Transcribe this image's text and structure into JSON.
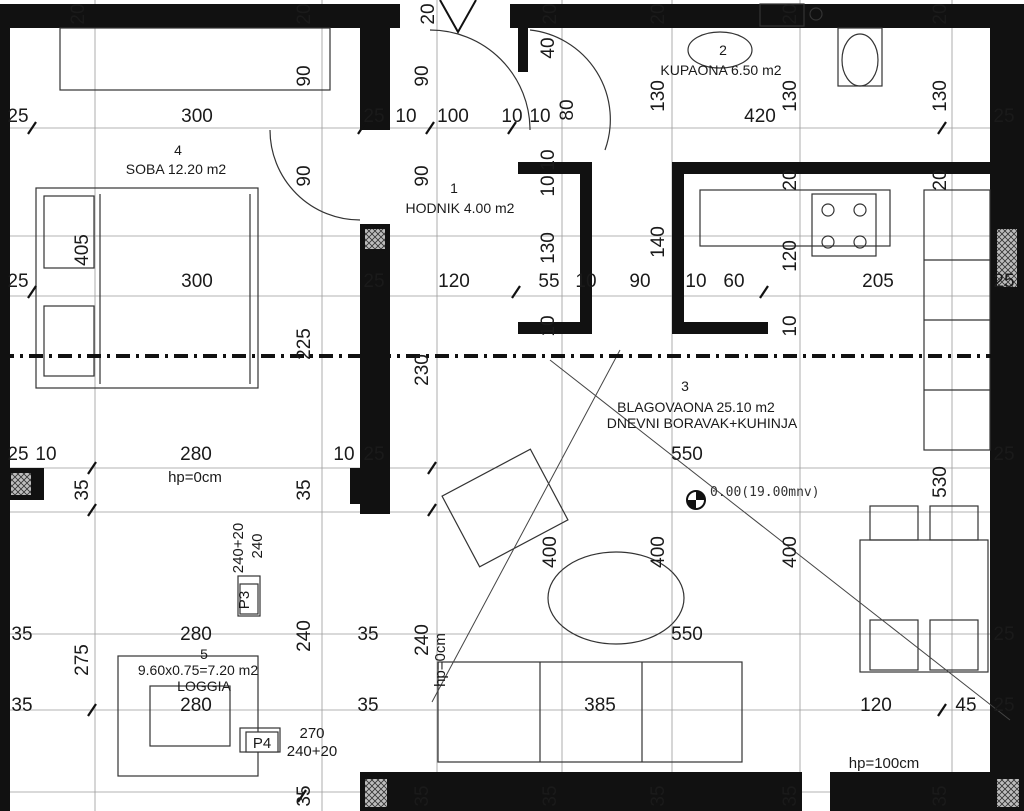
{
  "rooms": [
    {
      "number": "1",
      "name": "HODNIK 4.00 m2"
    },
    {
      "number": "2",
      "name": "KUPAONA 6.50 m2"
    },
    {
      "number": "3",
      "name": "BLAGOVAONA 25.10 m2",
      "name2": "DNEVNI BORAVAK+KUHINJA"
    },
    {
      "number": "4",
      "name": "SOBA 12.20 m2"
    },
    {
      "number": "5",
      "name": "9.60x0.75=7.20 m2",
      "name2": "LOGGIA"
    }
  ],
  "tags": {
    "p3": "P3",
    "p4": "P4"
  },
  "notes": {
    "hp0": "hp=0cm",
    "hp0_vertical": "hp=0cm",
    "hp100": "hp=100cm",
    "level": "0.00(19.00mnv)",
    "loggia_w": "270",
    "loggia_h": "240+20",
    "p3_h": "240+20",
    "p3_w": "240"
  },
  "dims": {
    "r1": [
      "25",
      "300",
      "25",
      "10",
      "100",
      "10",
      "10",
      "80",
      "420",
      "25"
    ],
    "r2": [
      "25",
      "300",
      "25",
      "120",
      "55",
      "10",
      "90",
      "10",
      "60",
      "205",
      "25"
    ],
    "r3": [
      "25",
      "10",
      "280",
      "10",
      "25",
      "550",
      "25"
    ],
    "r4": [
      "35",
      "280",
      "35",
      "550",
      "25"
    ],
    "r5": [
      "35",
      "280",
      "35",
      "385",
      "120",
      "45",
      "25"
    ],
    "top": [
      "20",
      "20",
      "20",
      "20",
      "20",
      "20",
      "20"
    ],
    "v1": [
      "90",
      "90",
      "40",
      "130",
      "130",
      "130"
    ],
    "v2": [
      "90",
      "90",
      "10",
      "10",
      "20",
      "20"
    ],
    "v3": [
      "405",
      "130",
      "140",
      "120"
    ],
    "v4": [
      "225",
      "230",
      "10",
      "10"
    ],
    "v5": [
      "35",
      "35",
      "530"
    ],
    "v6": [
      "400",
      "400",
      "400"
    ],
    "v7": [
      "275",
      "240",
      "240"
    ],
    "bottom": [
      "35",
      "35",
      "35",
      "35",
      "35",
      "35"
    ]
  }
}
